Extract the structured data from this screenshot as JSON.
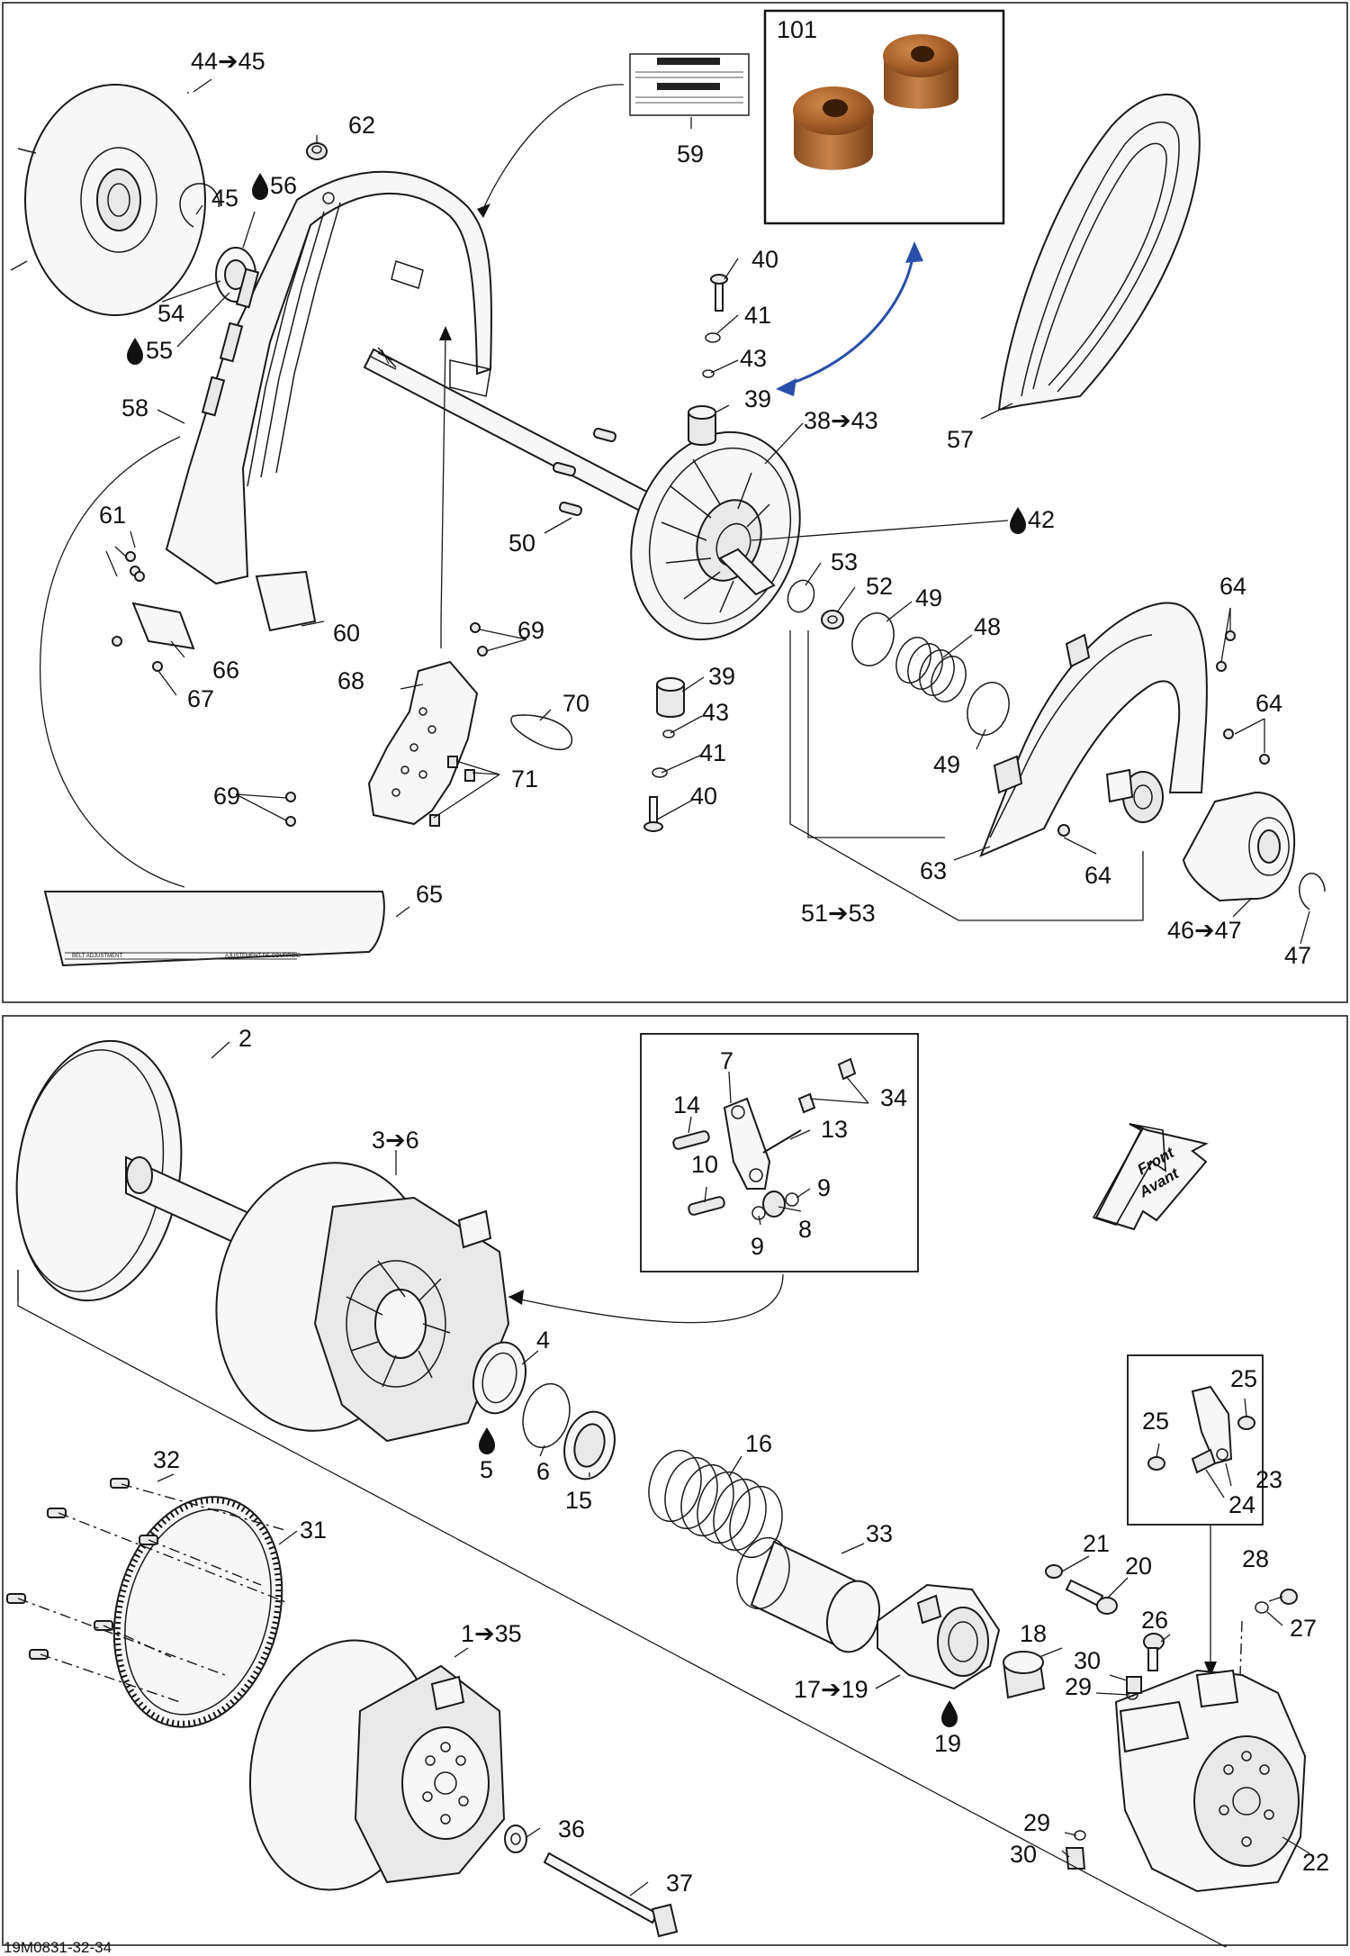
{
  "drawing_code": "19M0831-32-34",
  "front_arrow": {
    "line1": "Front",
    "line2": "Avant"
  },
  "inset_photo_label": "101",
  "warning_label": {
    "title_en": "WARNING",
    "title_fr": "AVERTISSEMENT"
  },
  "belt_label": {
    "left_text": "BELT ADJUSTMENT",
    "right_text": "AJUSTEMENT DE COURROIE"
  },
  "callouts_top": {
    "c44_45": "44➔45",
    "c62": "62",
    "c56": "56",
    "c45": "45",
    "c54": "54",
    "c55": "55",
    "c58": "58",
    "c61": "61",
    "c60": "60",
    "c66": "66",
    "c67": "67",
    "c59": "59",
    "c40a": "40",
    "c41a": "41",
    "c43a": "43",
    "c39a": "39",
    "c38_43": "38➔43",
    "c57": "57",
    "c42": "42",
    "c50": "50",
    "c53": "53",
    "c52": "52",
    "c49a": "49",
    "c48": "48",
    "c64a": "64",
    "c64b": "64",
    "c64c": "64",
    "c49b": "49",
    "c69a": "69",
    "c68": "68",
    "c70": "70",
    "c39b": "39",
    "c43b": "43",
    "c41b": "41",
    "c40b": "40",
    "c71": "71",
    "c69b": "69",
    "c63": "63",
    "c51_53": "51➔53",
    "c46_47": "46➔47",
    "c47": "47",
    "c65": "65"
  },
  "callouts_bottom": {
    "c2": "2",
    "c3_6": "3➔6",
    "c7": "7",
    "c34": "34",
    "c14": "14",
    "c13": "13",
    "c10": "10",
    "c9a": "9",
    "c9b": "9",
    "c8": "8",
    "c4": "4",
    "c5": "5",
    "c6": "6",
    "c15": "15",
    "c16": "16",
    "c33": "33",
    "c32": "32",
    "c31": "31",
    "c1_35": "1➔35",
    "c21": "21",
    "c20": "20",
    "c18": "18",
    "c17_19": "17➔19",
    "c19": "19",
    "c25a": "25",
    "c25b": "25",
    "c23": "23",
    "c24": "24",
    "c28": "28",
    "c27": "27",
    "c26": "26",
    "c30a": "30",
    "c29a": "29",
    "c29b": "29",
    "c30b": "30",
    "c22": "22",
    "c36": "36",
    "c37": "37"
  }
}
